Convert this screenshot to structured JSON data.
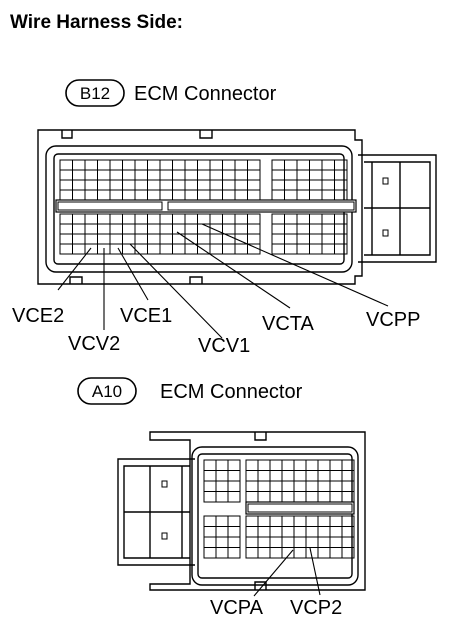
{
  "title": "Wire Harness Side:",
  "connectors": [
    {
      "badge": "B12",
      "name": "ECM Connector",
      "pins": [
        "VCE2",
        "VCV2",
        "VCE1",
        "VCV1",
        "VCTA",
        "VCPP"
      ]
    },
    {
      "badge": "A10",
      "name": "ECM Connector",
      "pins": [
        "VCPA",
        "VCP2"
      ]
    }
  ]
}
